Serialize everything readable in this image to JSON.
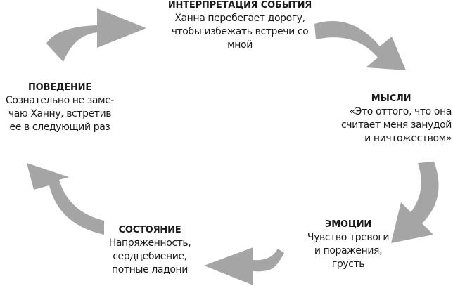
{
  "arrow_color": "#a5a5a5",
  "nodes": {
    "event": {
      "title": "ИНТЕРПРЕТАЦИЯ СОБЫТИЯ",
      "text": "Ханна перебегает дорогу,\nчтобы избежать встречи со\nмной"
    },
    "thoughts": {
      "title": "МЫСЛИ",
      "text": "«Это оттого, что она\nсчитает меня занудой\nи ничтожеством»"
    },
    "emotions": {
      "title": "ЭМОЦИИ",
      "text": "Чувство тревоги\nи поражения,\nгрусть"
    },
    "state": {
      "title": "СОСТОЯНИЕ",
      "text": "Напряженность,\nсердцебиение,\nпотные ладони"
    },
    "behavior": {
      "title": "ПОВЕДЕНИЕ",
      "text": "Сознательно не заме-\nчаю Ханну, встретив\nее в следующий раз"
    }
  }
}
